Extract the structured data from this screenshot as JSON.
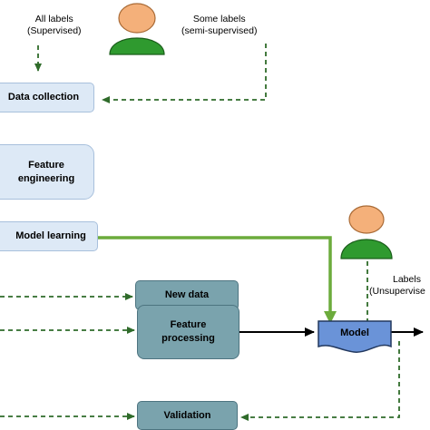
{
  "annotators": {
    "all_labels_line1": "All labels",
    "all_labels_line2": "(Supervised)",
    "some_labels_line1": "Some labels",
    "some_labels_line2": "(semi-supervised)",
    "labels_line1": "Labels",
    "labels_line2": "(Unsupervise"
  },
  "steps": {
    "data_collection": "Data collection",
    "feature_engineering_line1": "Feature",
    "feature_engineering_line2": "engineering",
    "model_learning": "Model learning",
    "new_data": "New data",
    "feature_processing_line1": "Feature",
    "feature_processing_line2": "processing",
    "model": "Model",
    "validation": "Validation"
  },
  "colors": {
    "dashed_arrow": "#2f6b2a",
    "solid_green_arrow": "#6cab3c",
    "light_box": "#dde9f6",
    "teal_box": "#7aa3ad",
    "model_box": "#6a93d8",
    "person_head": "#f4b07a",
    "person_body": "#2f9a2f"
  }
}
